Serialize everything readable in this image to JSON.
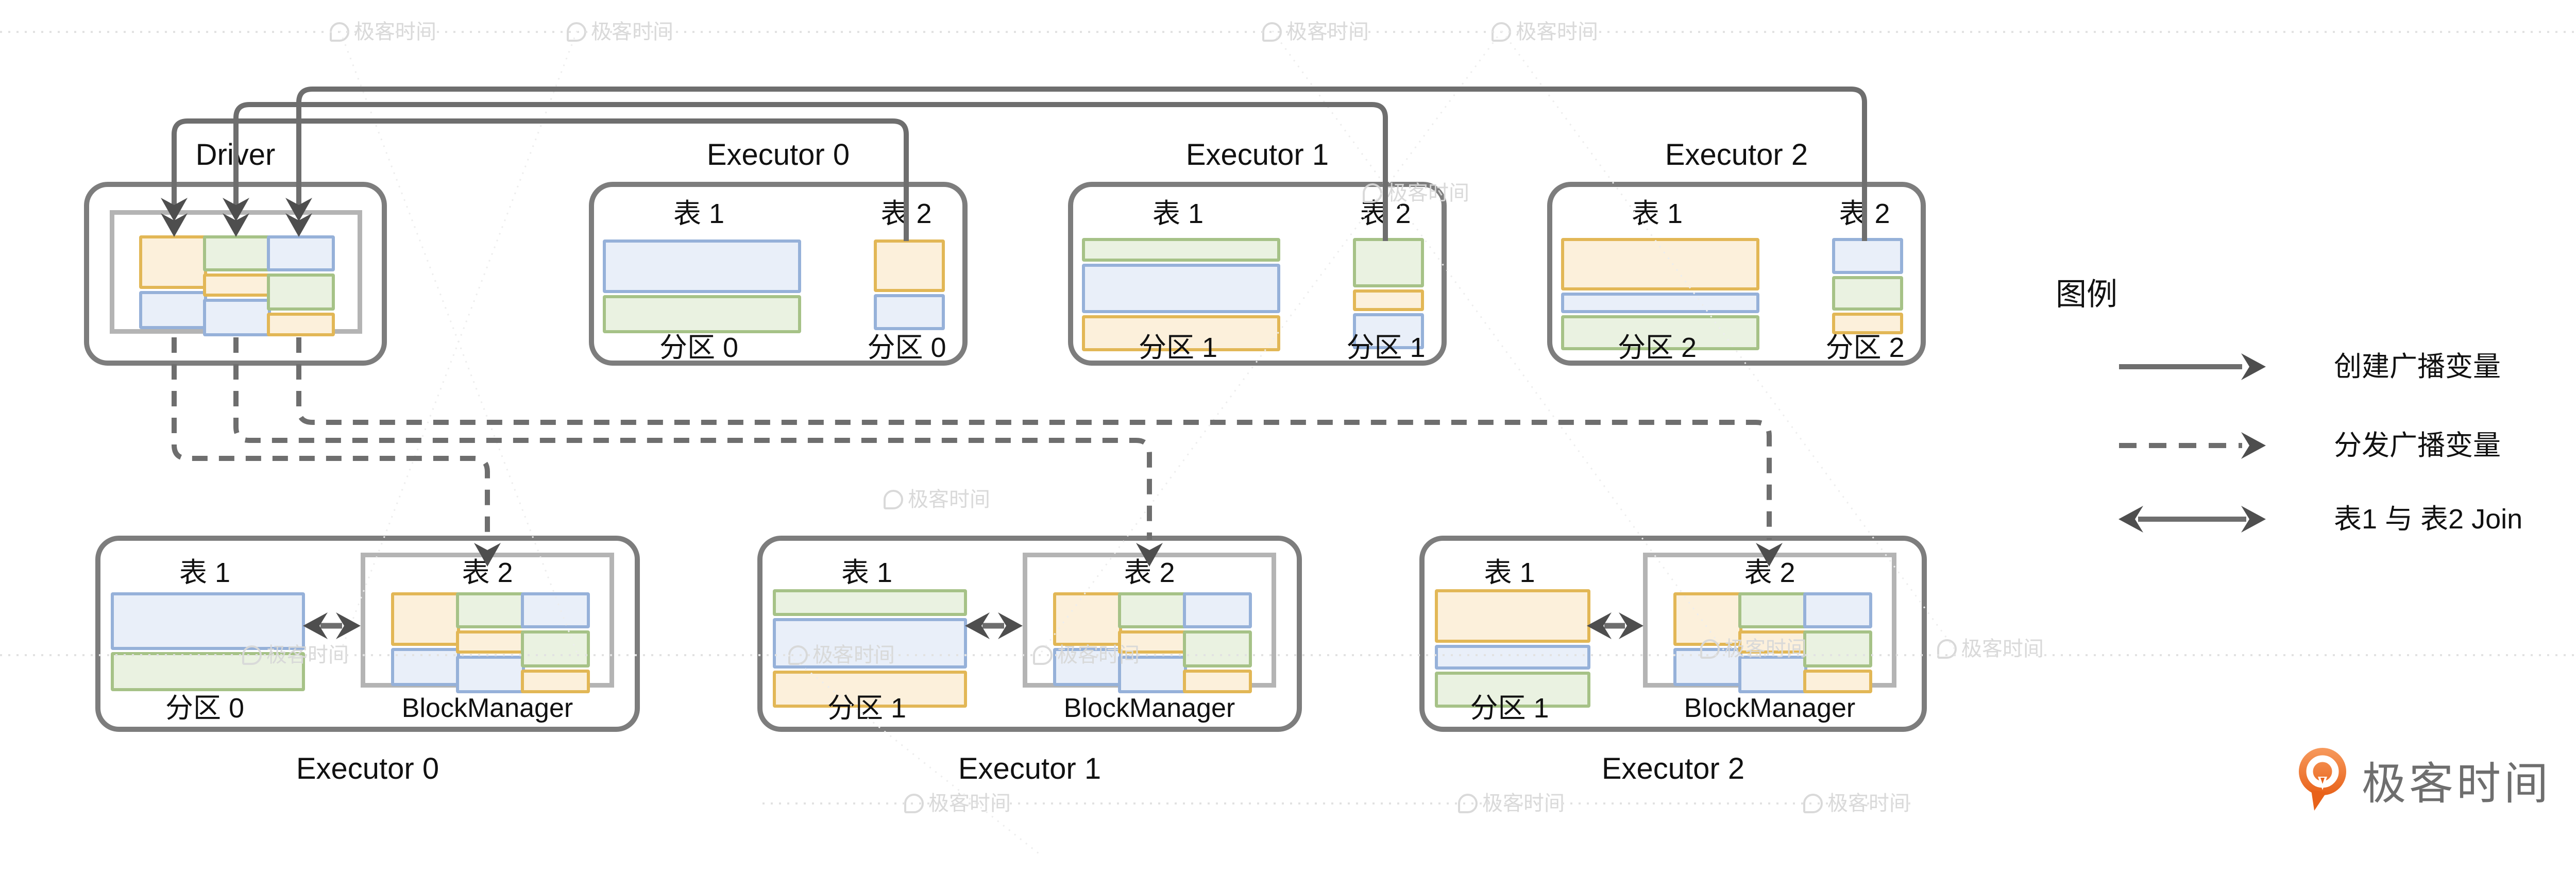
{
  "palette": {
    "line": "#6e6e6e",
    "arrow": "#4e4e4e",
    "box_border": "#7d7d7d",
    "inner_border": "#b4b4b4",
    "orange_fill": "#fcf0db",
    "orange_border": "#e2b756",
    "green_fill": "#eaf2e1",
    "green_border": "#a6c287",
    "blue_fill": "#e9eff9",
    "blue_border": "#96b1d9",
    "text": "#111111",
    "wm": "#d8d8d8",
    "logo_orange": "#ed6c1e",
    "logo_text": "#6e6e6e"
  },
  "driver": {
    "title": "Driver"
  },
  "top_executors": [
    {
      "title": "Executor 0",
      "table1_label": "表 1",
      "table2_label": "表 2",
      "table1_partition": "分区 0",
      "table2_partition": "分区 0"
    },
    {
      "title": "Executor 1",
      "table1_label": "表 1",
      "table2_label": "表 2",
      "table1_partition": "分区 1",
      "table2_partition": "分区 1"
    },
    {
      "title": "Executor 2",
      "table1_label": "表 1",
      "table2_label": "表 2",
      "table1_partition": "分区 2",
      "table2_partition": "分区 2"
    }
  ],
  "bottom_executors": [
    {
      "title": "Executor 0",
      "table1_label": "表 1",
      "table2_label": "表 2",
      "partition": "分区 0",
      "block_manager_label": "BlockManager"
    },
    {
      "title": "Executor 1",
      "table1_label": "表 1",
      "table2_label": "表 2",
      "partition": "分区 1",
      "block_manager_label": "BlockManager"
    },
    {
      "title": "Executor 2",
      "table1_label": "表 1",
      "table2_label": "表 2",
      "partition": "分区 1",
      "block_manager_label": "BlockManager"
    }
  ],
  "legend": {
    "title": "图例",
    "items": [
      {
        "arrow": "solid",
        "label": "创建广播变量"
      },
      {
        "arrow": "dashed",
        "label": "分发广播变量"
      },
      {
        "arrow": "double",
        "label": "表1 与 表2 Join"
      }
    ]
  },
  "watermark": {
    "text": "极客时间"
  },
  "logo": {
    "brand": "极客时间"
  },
  "stacks": {
    "driver_mosaic": [
      [
        {
          "c": "orange",
          "h": 92
        },
        {
          "c": "blue",
          "h": 62
        }
      ],
      [
        {
          "c": "green",
          "h": 58
        },
        {
          "c": "orange",
          "h": 33
        },
        {
          "c": "blue",
          "h": 61
        }
      ],
      [
        {
          "c": "blue",
          "h": 58
        },
        {
          "c": "green",
          "h": 60
        },
        {
          "c": "orange",
          "h": 34
        }
      ]
    ],
    "top": [
      {
        "t1": [
          {
            "c": "blue",
            "h": 92
          },
          {
            "c": "green",
            "h": 62
          }
        ],
        "t2": [
          {
            "c": "orange",
            "h": 90
          },
          {
            "c": "blue",
            "h": 58
          }
        ]
      },
      {
        "t1": [
          {
            "c": "green",
            "h": 34
          },
          {
            "c": "blue",
            "h": 84
          },
          {
            "c": "orange",
            "h": 58
          }
        ],
        "t2": [
          {
            "c": "green",
            "h": 84
          },
          {
            "c": "orange",
            "h": 30
          },
          {
            "c": "blue",
            "h": 58
          }
        ]
      },
      {
        "t1": [
          {
            "c": "orange",
            "h": 90
          },
          {
            "c": "blue",
            "h": 28
          },
          {
            "c": "green",
            "h": 56
          }
        ],
        "t2": [
          {
            "c": "blue",
            "h": 58
          },
          {
            "c": "green",
            "h": 55
          },
          {
            "c": "orange",
            "h": 30
          }
        ]
      }
    ],
    "bottom_t1": [
      [
        {
          "c": "blue",
          "h": 100
        },
        {
          "c": "green",
          "h": 64
        }
      ],
      [
        {
          "c": "green",
          "h": 40
        },
        {
          "c": "blue",
          "h": 86
        },
        {
          "c": "orange",
          "h": 60
        }
      ],
      [
        {
          "c": "orange",
          "h": 92
        },
        {
          "c": "blue",
          "h": 36
        },
        {
          "c": "green",
          "h": 58
        }
      ]
    ]
  }
}
